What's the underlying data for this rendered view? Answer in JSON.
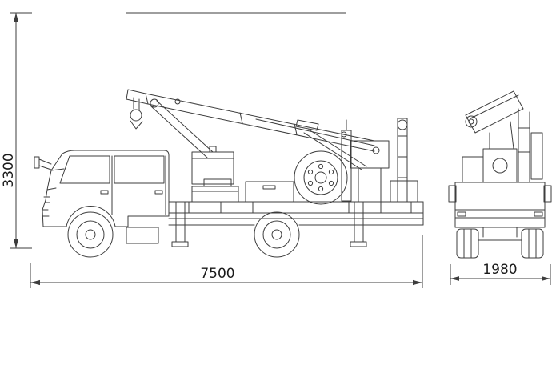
{
  "diagram": {
    "dimensions": {
      "height": "3300",
      "length": "7500",
      "width": "1980"
    },
    "colors": {
      "line": "#3d3d3d",
      "text": "#1a1a1a",
      "background": "#ffffff"
    }
  }
}
